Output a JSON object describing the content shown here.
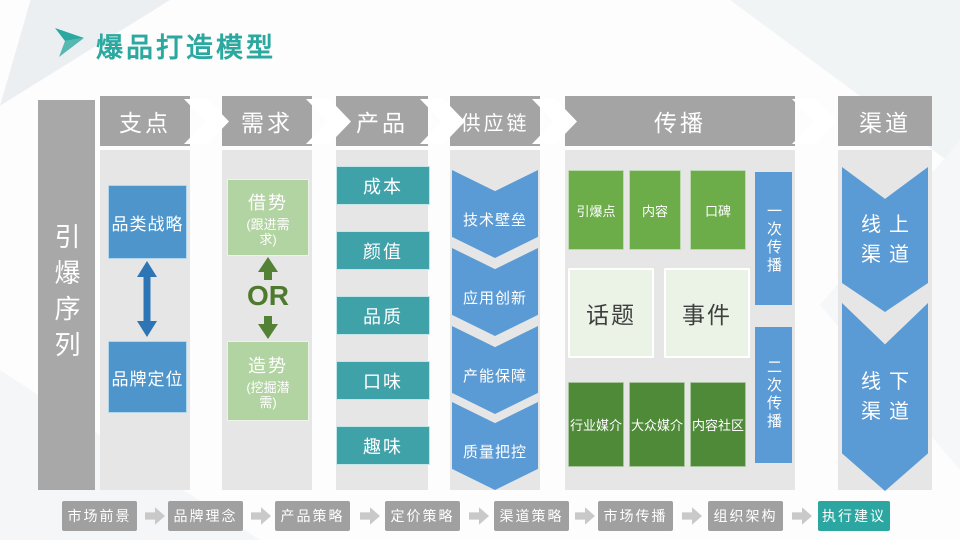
{
  "title": {
    "icon": "arrow-bullet-icon",
    "text": "爆品打造模型"
  },
  "sidebar": {
    "label": "引爆序列"
  },
  "columns": [
    {
      "header": "支点",
      "top_box": "品类战略",
      "bottom_box": "品牌定位"
    },
    {
      "header": "需求",
      "top_box": {
        "title": "借势",
        "sub": "(跟进需求)"
      },
      "connector": "OR",
      "bottom_box": {
        "title": "造势",
        "sub": "(挖掘潜需)"
      }
    },
    {
      "header": "产品",
      "items": [
        "成本",
        "颜值",
        "品质",
        "口味",
        "趣味"
      ]
    },
    {
      "header": "供应链",
      "items": [
        "技术壁垒",
        "应用创新",
        "产能保障",
        "质量把控"
      ]
    },
    {
      "header": "传播",
      "row1": [
        "引爆点",
        "内容",
        "口碑"
      ],
      "row2": [
        "话题",
        "事件"
      ],
      "row3": [
        "行业媒介",
        "大众媒介",
        "内容社区"
      ],
      "side_bars": [
        "一次传播",
        "二次传播"
      ]
    },
    {
      "header": "渠道",
      "items": [
        {
          "line1": "线上",
          "line2": "渠道"
        },
        {
          "line1": "线下",
          "line2": "渠道"
        }
      ]
    }
  ],
  "bottom_flow": {
    "steps": [
      "市场前景",
      "品牌理念",
      "产品策略",
      "定价策略",
      "渠道策略",
      "市场传播",
      "组织架构",
      "执行建议"
    ]
  },
  "colors": {
    "accent_teal": "#2BA89F",
    "header_gray": "#a4a4a4",
    "strip_gray": "#e6e6e6",
    "blue_box": "#4E95CC",
    "teal_box": "#3FA2A8",
    "light_green": "#B2D3A2",
    "green": "#6CAD49",
    "dark_green": "#4F8A38",
    "pale_green": "#EAF3E5",
    "chevron_blue": "#5B9BD5",
    "arrow_blue": "#2E75B6",
    "or_green": "#4E7A2E",
    "flow_highlight": "#2BA6A0"
  }
}
